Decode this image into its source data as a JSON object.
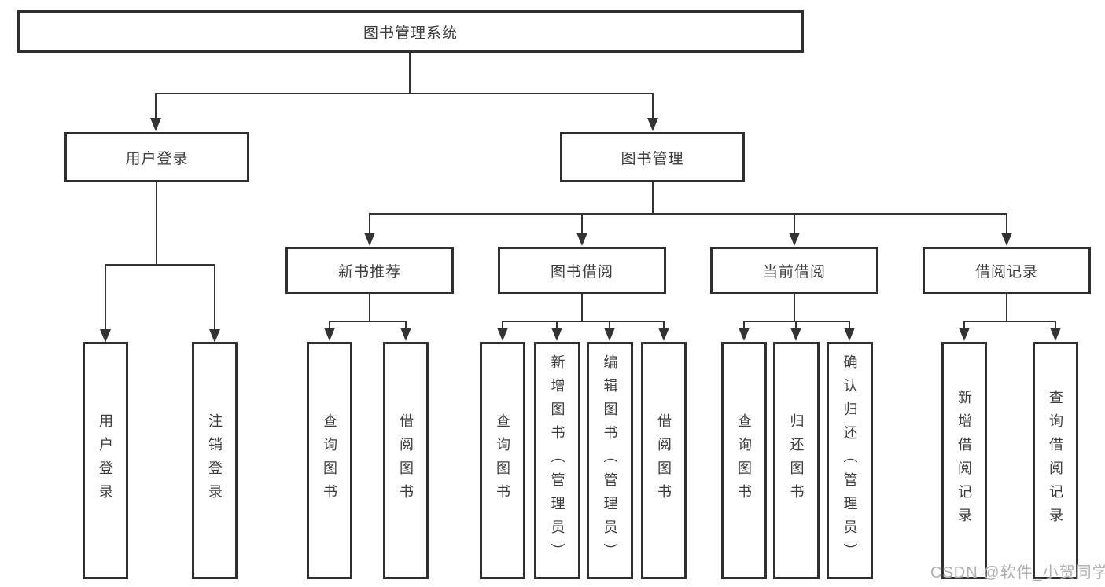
{
  "tree": {
    "root": "图书管理系统",
    "branches": [
      {
        "label": "用户登录",
        "children": [
          "用户登录",
          "注销登录"
        ]
      },
      {
        "label": "图书管理",
        "sections": [
          {
            "label": "新书推荐",
            "children": [
              "查询图书",
              "借阅图书"
            ]
          },
          {
            "label": "图书借阅",
            "children": [
              "查询图书",
              "新增图书（管理员）",
              "编辑图书（管理员）",
              "借阅图书"
            ]
          },
          {
            "label": "当前借阅",
            "children": [
              "查询图书",
              "归还图书",
              "确认归还（管理员）"
            ]
          },
          {
            "label": "借阅记录",
            "children": [
              "新增借阅记录",
              "查询借阅记录"
            ]
          }
        ]
      }
    ]
  },
  "watermark": "CSDN @软件_小贺同学",
  "colors": {
    "bg": "#ffffff",
    "border": "#2e2e2e",
    "line": "#333333",
    "text": "#3d3d3d",
    "watermark": "#b0b0b0"
  }
}
